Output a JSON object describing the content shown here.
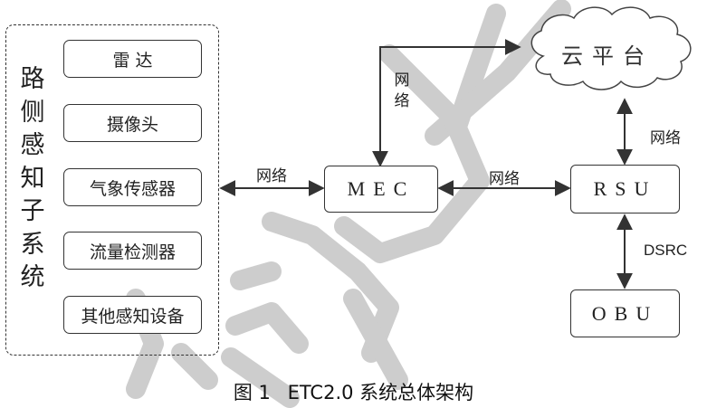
{
  "sensor_subsystem": {
    "title_chars": [
      "路",
      "侧",
      "感",
      "知",
      "子",
      "系",
      "统"
    ],
    "sensors": [
      "雷 达",
      "摄像头",
      "气象传感器",
      "流量检测器",
      "其他感知设备"
    ]
  },
  "nodes": {
    "mec": "MEC",
    "rsu": "RSU",
    "obu": "OBU",
    "cloud": "云平台"
  },
  "links": {
    "sensors_to_mec": "网络",
    "mec_to_cloud_chars": [
      "网",
      "络"
    ],
    "mec_to_rsu": "网络",
    "rsu_to_cloud": "网络",
    "rsu_to_obu": "DSRC"
  },
  "caption": {
    "figure_no": "图 1",
    "text": "ETC2.0 系统总体架构"
  },
  "colors": {
    "line": "#333333",
    "watermark": "#9a9a9a"
  }
}
